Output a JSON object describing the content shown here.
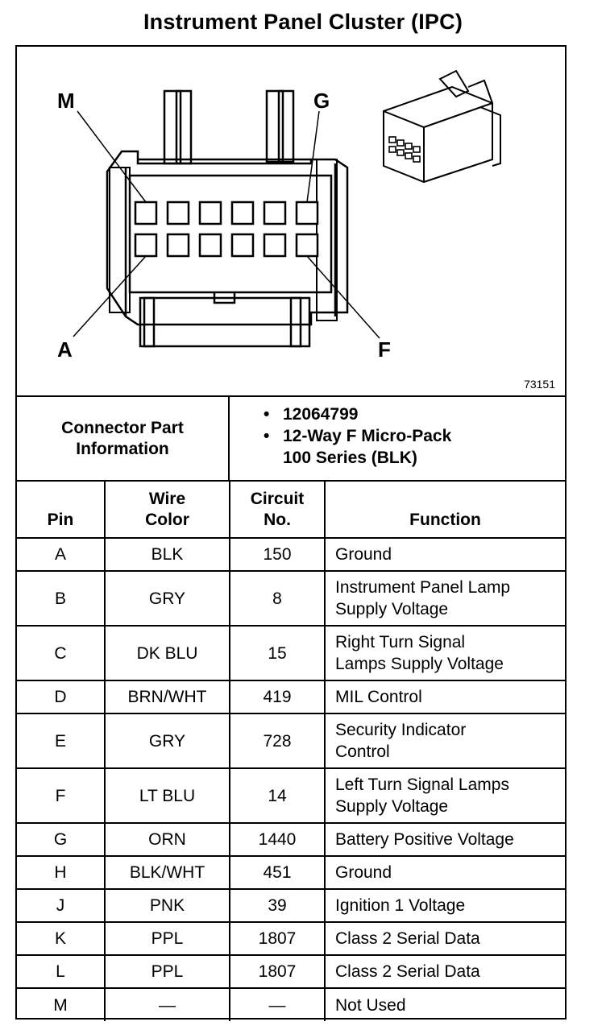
{
  "title": "Instrument Panel Cluster (IPC)",
  "diagram": {
    "labels": {
      "m": "M",
      "g": "G",
      "a": "A",
      "f": "F"
    },
    "figure_number": "73151"
  },
  "connector_info": {
    "label_line1": "Connector Part",
    "label_line2": "Information",
    "items": [
      "12064799",
      "12-Way F Micro-Pack",
      "100 Series (BLK)"
    ]
  },
  "table": {
    "headers": {
      "pin": "Pin",
      "wire_line1": "Wire",
      "wire_line2": "Color",
      "circuit_line1": "Circuit",
      "circuit_line2": "No.",
      "function": "Function"
    },
    "rows": [
      {
        "pin": "A",
        "wire": "BLK",
        "circuit": "150",
        "func1": "Ground",
        "func2": ""
      },
      {
        "pin": "B",
        "wire": "GRY",
        "circuit": "8",
        "func1": "Instrument Panel Lamp",
        "func2": "Supply Voltage"
      },
      {
        "pin": "C",
        "wire": "DK BLU",
        "circuit": "15",
        "func1": "Right Turn Signal",
        "func2": "Lamps Supply Voltage"
      },
      {
        "pin": "D",
        "wire": "BRN/WHT",
        "circuit": "419",
        "func1": "MIL Control",
        "func2": ""
      },
      {
        "pin": "E",
        "wire": "GRY",
        "circuit": "728",
        "func1": "Security Indicator",
        "func2": "Control"
      },
      {
        "pin": "F",
        "wire": "LT BLU",
        "circuit": "14",
        "func1": "Left Turn Signal Lamps",
        "func2": "Supply Voltage"
      },
      {
        "pin": "G",
        "wire": "ORN",
        "circuit": "1440",
        "func1": "Battery Positive Voltage",
        "func2": ""
      },
      {
        "pin": "H",
        "wire": "BLK/WHT",
        "circuit": "451",
        "func1": "Ground",
        "func2": ""
      },
      {
        "pin": "J",
        "wire": "PNK",
        "circuit": "39",
        "func1": "Ignition 1 Voltage",
        "func2": ""
      },
      {
        "pin": "K",
        "wire": "PPL",
        "circuit": "1807",
        "func1": "Class 2 Serial Data",
        "func2": ""
      },
      {
        "pin": "L",
        "wire": "PPL",
        "circuit": "1807",
        "func1": "Class 2 Serial Data",
        "func2": ""
      },
      {
        "pin": "M",
        "wire": "—",
        "circuit": "—",
        "func1": "Not Used",
        "func2": ""
      }
    ]
  }
}
